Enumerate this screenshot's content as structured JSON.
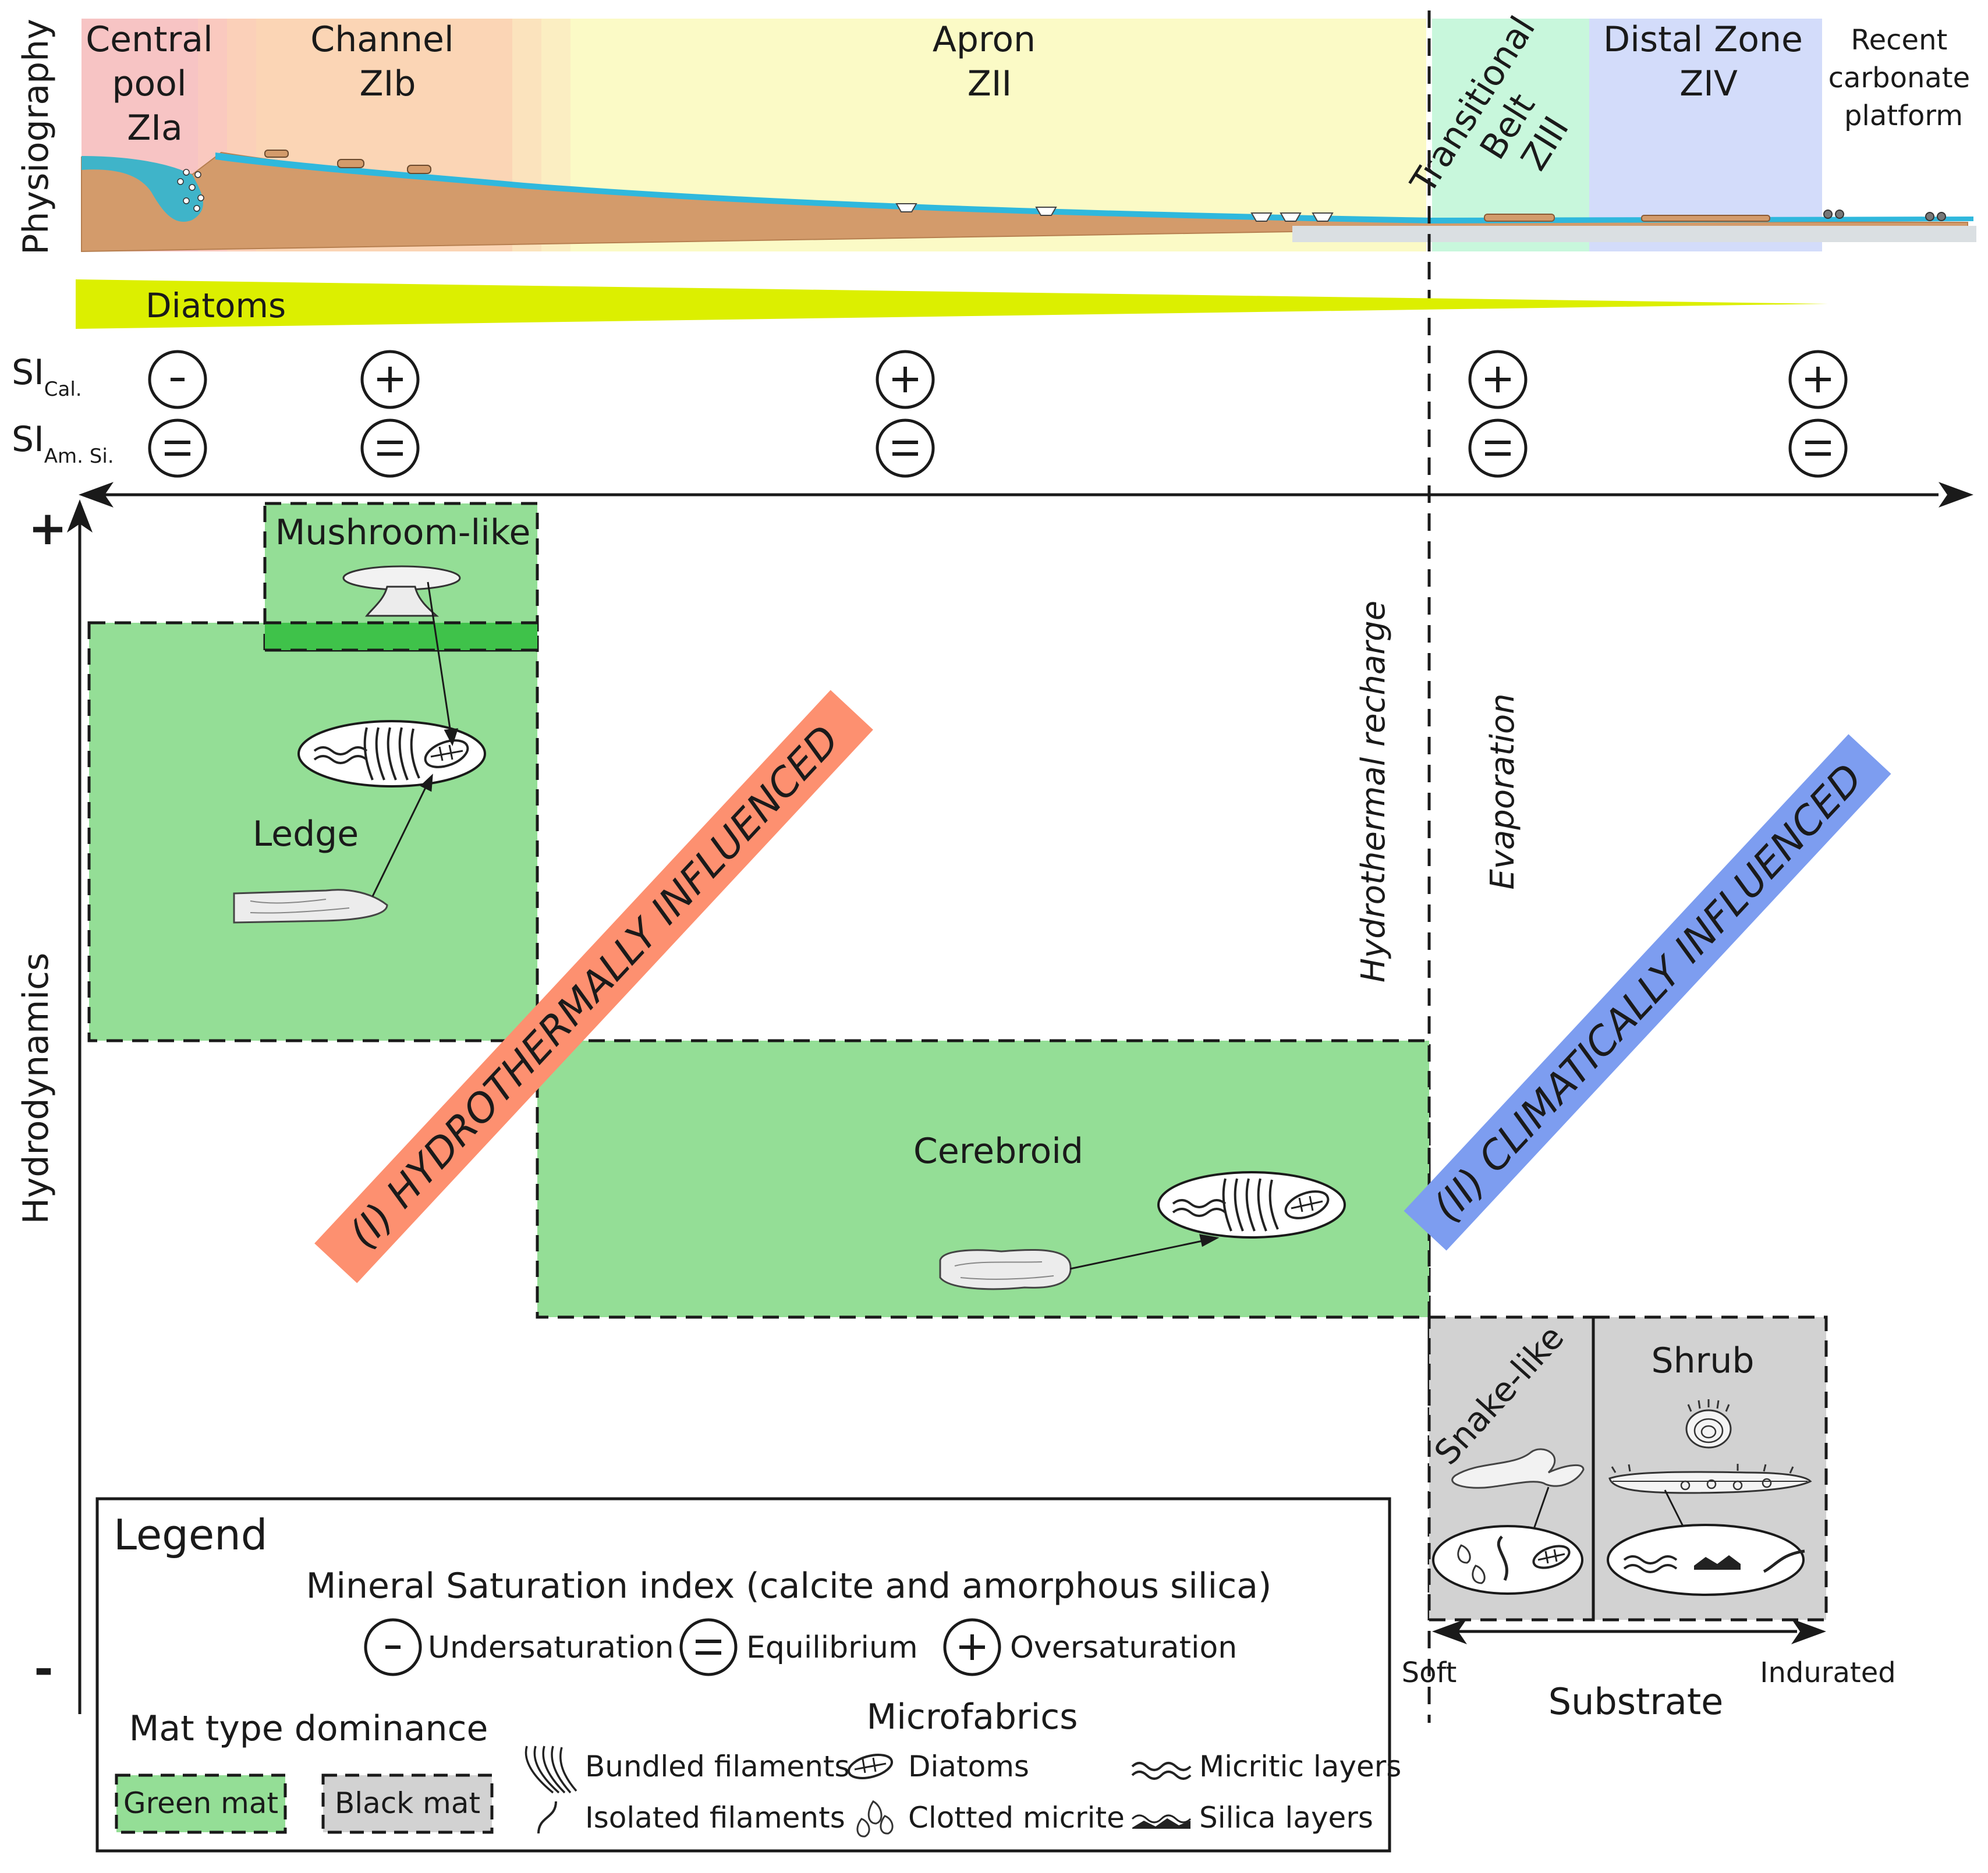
{
  "physiography": {
    "axis_label": "Physiography",
    "zones": [
      {
        "lines": [
          "Central",
          "pool",
          "ZIa"
        ],
        "color": "#f7c4c4"
      },
      {
        "lines": [
          "Channel",
          "ZIb"
        ],
        "color": "#fbd5b5"
      },
      {
        "lines": [
          "Apron",
          "ZII"
        ],
        "color": "#fbfac6"
      },
      {
        "lines": [
          "Transitional",
          "Belt",
          "ZIII"
        ],
        "color": "#c8f7dc"
      },
      {
        "lines": [
          "Distal Zone",
          "ZIV"
        ],
        "color": "#d3dcfa"
      },
      {
        "lines": [
          "Recent",
          "carbonate",
          "platform"
        ],
        "color": "#ffffff"
      }
    ]
  },
  "diatoms": {
    "label": "Diatoms",
    "color": "#dcef00"
  },
  "saturation": {
    "calcite_label": "SI",
    "calcite_sub": "Cal.",
    "silica_label": "SI",
    "silica_sub": "Am. Si.",
    "calcite_symbols": [
      "-",
      "+",
      "+",
      "+",
      "+"
    ],
    "silica_symbols": [
      "=",
      "=",
      "=",
      "=",
      "="
    ]
  },
  "hydrodynamics": {
    "axis_label": "Hydrodynamics",
    "high": "+",
    "low": "-"
  },
  "mats": {
    "mushroom": "Mushroom-like",
    "ledge": "Ledge",
    "cerebroid": "Cerebroid",
    "snake": "Snake-like",
    "shrub": "Shrub",
    "green_color": "#94de96",
    "overlap_color": "#3fc24a",
    "black_color": "#d2d2d2"
  },
  "banners": {
    "hydrothermal": {
      "text": "(I) HYDROTHERMALLY INFLUENCED",
      "color": "#fd9070"
    },
    "climatic": {
      "text": "(II) CLIMATICALLY INFLUENCED",
      "color": "#7d9df0"
    }
  },
  "processes": {
    "recharge": "Hydrothermal recharge",
    "evaporation": "Evaporation"
  },
  "substrate": {
    "title": "Substrate",
    "soft": "Soft",
    "indurated": "Indurated"
  },
  "legend": {
    "title": "Legend",
    "msi_title": "Mineral Saturation index (calcite and amorphous silica)",
    "under": "Undersaturation",
    "equil": "Equilibrium",
    "over": "Oversaturation",
    "mat_title": "Mat type dominance",
    "green_mat": "Green mat",
    "black_mat": "Black mat",
    "micro_title": "Microfabrics",
    "bundled": "Bundled filaments",
    "isolated": "Isolated filaments",
    "diatoms": "Diatoms",
    "clotted": "Clotted micrite",
    "micritic": "Micritic layers",
    "silica": "Silica layers"
  }
}
